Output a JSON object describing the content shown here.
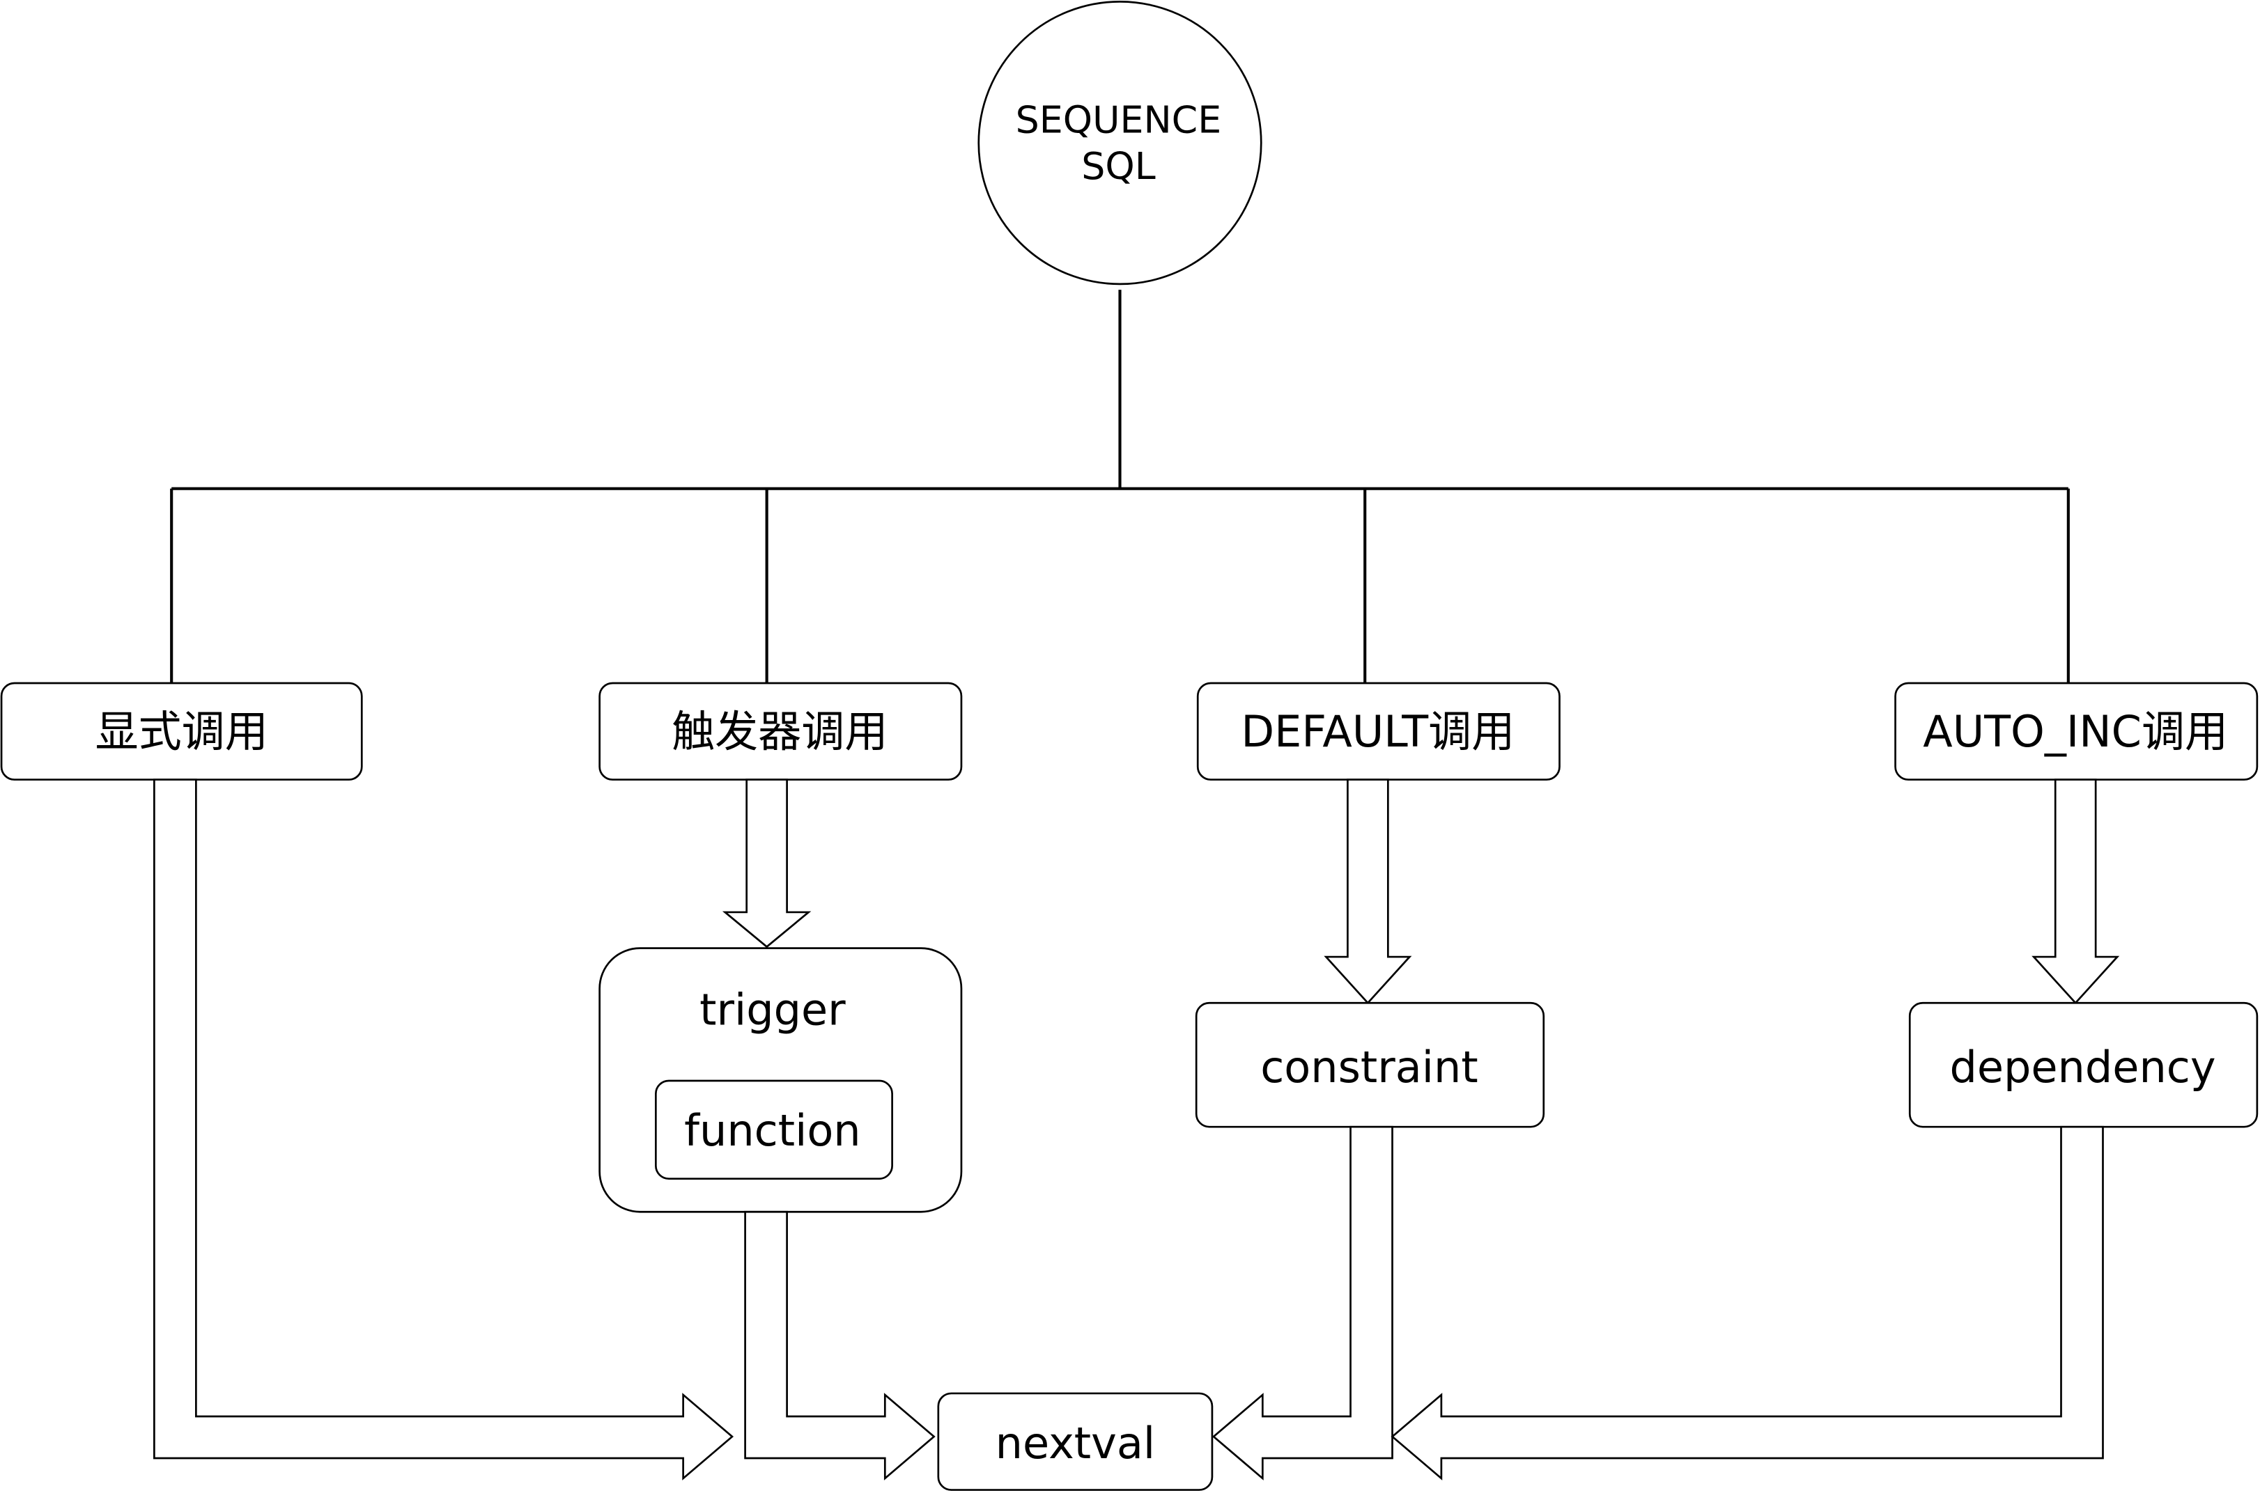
{
  "root": {
    "line1": "SEQUENCE",
    "line2": "SQL"
  },
  "branches": [
    {
      "id": "explicit",
      "label": "显式调用"
    },
    {
      "id": "trigger_call",
      "label": "触发器调用"
    },
    {
      "id": "default_call",
      "label": "DEFAULT调用"
    },
    {
      "id": "auto_inc_call",
      "label": "AUTO_INC调用"
    }
  ],
  "intermediates": {
    "trigger": {
      "label": "trigger",
      "inner": "function"
    },
    "constraint": {
      "label": "constraint"
    },
    "dependency": {
      "label": "dependency"
    }
  },
  "target": {
    "label": "nextval"
  }
}
